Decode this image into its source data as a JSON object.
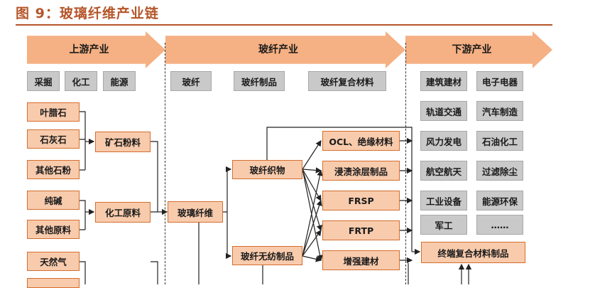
{
  "title": "图 9：玻璃纤维产业链",
  "headers": {
    "upstream": "上游产业",
    "midstream": "玻纤产业",
    "downstream": "下游产业"
  },
  "upstream": {
    "categories": [
      "采掘",
      "化工",
      "能源"
    ],
    "ores": [
      "叶腊石",
      "石灰石",
      "其他石粉"
    ],
    "ore_group": "矿石粉料",
    "chems": [
      "纯碱",
      "其他原料"
    ],
    "chem_group": "化工原料",
    "energy": [
      "天然气"
    ]
  },
  "midstream": {
    "categories": [
      "玻纤",
      "玻纤制品",
      "玻纤复合材料"
    ],
    "glass_fiber": "玻璃纤维",
    "products": [
      "玻纤织物",
      "玻纤无纺制品"
    ],
    "composites": [
      "OCL、绝缘材料",
      "浸渍涂层制品",
      "FRSP",
      "FRTP",
      "增强建材"
    ]
  },
  "downstream": {
    "industries": [
      [
        "建筑建材",
        "电子电器"
      ],
      [
        "轨道交通",
        "汽车制造"
      ],
      [
        "风力发电",
        "石油化工"
      ],
      [
        "航空航天",
        "过滤除尘"
      ],
      [
        "工业设备",
        "能源环保"
      ],
      [
        "军工",
        "……"
      ]
    ],
    "terminal": "终端复合材料制品"
  }
}
